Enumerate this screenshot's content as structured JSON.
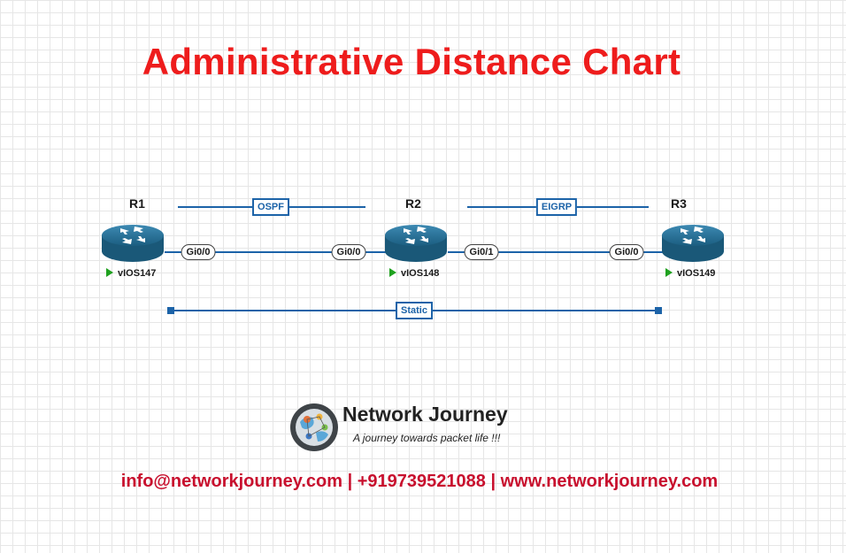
{
  "title": "Administrative Distance Chart",
  "routers": [
    {
      "name": "R1",
      "host": "vIOS147"
    },
    {
      "name": "R2",
      "host": "vIOS148"
    },
    {
      "name": "R3",
      "host": "vIOS149"
    }
  ],
  "protocols": {
    "r1_r2": "OSPF",
    "r2_r3": "EIGRP",
    "r1_r3": "Static"
  },
  "interfaces": {
    "r1_to_r2": "Gi0/0",
    "r2_to_r1": "Gi0/0",
    "r2_to_r3": "Gi0/1",
    "r3_to_r2": "Gi0/0"
  },
  "brand": {
    "name": "Network Journey",
    "tagline": "A journey towards packet life !!!"
  },
  "contact": "info@networkjourney.com | +919739521088 | www.networkjourney.com",
  "colors": {
    "title": "#ee1c1c",
    "link": "#1c63a8",
    "contact": "#c8102e",
    "router": "#1f6d93",
    "status": "#1fa11f"
  },
  "icons": [
    "router-icon",
    "play-status-icon",
    "network-journey-logo-icon"
  ]
}
